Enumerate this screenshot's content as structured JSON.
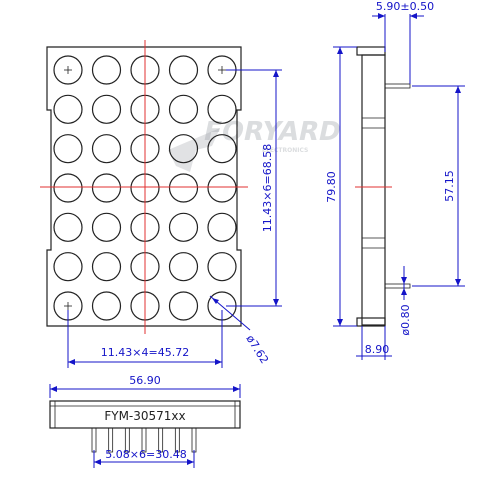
{
  "brand": {
    "watermark": "FORYARD",
    "watermark_sub": "ELECTRONICS"
  },
  "part_number": "FYM-30571xx",
  "dimensions": {
    "pin_offset": "5.90±0.50",
    "total_height": "79.80",
    "pin_row_span": "57.15",
    "col_pitch_total": "11.43×4=45.72",
    "row_pitch_total": "11.43×6=68.58",
    "dot_diameter": "ø7.62",
    "side_depth": "8.90",
    "pin_diameter": "ø0.80",
    "total_width": "56.90",
    "pin_pitch_total": "5.08×6=30.48"
  },
  "matrix": {
    "columns": 5,
    "rows": 7,
    "pins_visible": 7
  },
  "colors": {
    "dimension": "#1414c8",
    "centerline": "#e03030",
    "outline": "#222222"
  }
}
